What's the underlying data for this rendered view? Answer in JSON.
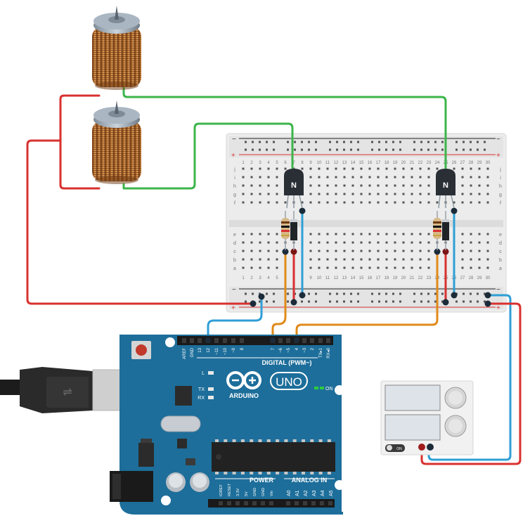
{
  "breadboard": {
    "col_numbers": [
      "1",
      "2",
      "3",
      "4",
      "5",
      "6",
      "7",
      "8",
      "9",
      "10",
      "11",
      "12",
      "13",
      "14",
      "15",
      "16",
      "17",
      "18",
      "19",
      "20",
      "21",
      "22",
      "23",
      "24",
      "25",
      "26",
      "27",
      "28",
      "29",
      "30"
    ],
    "row_letters_top": [
      "j",
      "i",
      "h",
      "g",
      "f"
    ],
    "row_letters_bottom": [
      "e",
      "d",
      "c",
      "b",
      "a"
    ],
    "rail_plus": "+",
    "rail_minus": "−"
  },
  "transistors": [
    {
      "label": "N"
    },
    {
      "label": "N"
    }
  ],
  "arduino": {
    "model": "UNO",
    "brand": "ARDUINO",
    "digital_label": "DIGITAL (PWM~)",
    "on_label": "ON",
    "power_label": "POWER",
    "analog_label": "ANALOG IN",
    "led_labels": [
      "L",
      "TX",
      "RX"
    ],
    "digital_pins": [
      "AREF",
      "GND",
      "13",
      "12",
      "~11",
      "~10",
      "~9",
      "8",
      "7",
      "~6",
      "~5",
      "4",
      "~3",
      "2",
      "TX▸1",
      "RX◂0"
    ],
    "power_pins": [
      "IOREF",
      "RESET",
      "3.3V",
      "5V",
      "GND",
      "GND",
      "Vin"
    ],
    "analog_pins": [
      "A0",
      "A1",
      "A2",
      "A3",
      "A4",
      "A5"
    ]
  },
  "power_supply": {
    "switch_label": "ON"
  },
  "colors": {
    "wire_red": "#d8312f",
    "wire_green": "#3cb54a",
    "wire_blue": "#2f9fd6",
    "wire_orange": "#e08a1a",
    "board_blue": "#1d6e9a",
    "breadboard": "#ededed",
    "coil_copper": "#b86a2a"
  }
}
